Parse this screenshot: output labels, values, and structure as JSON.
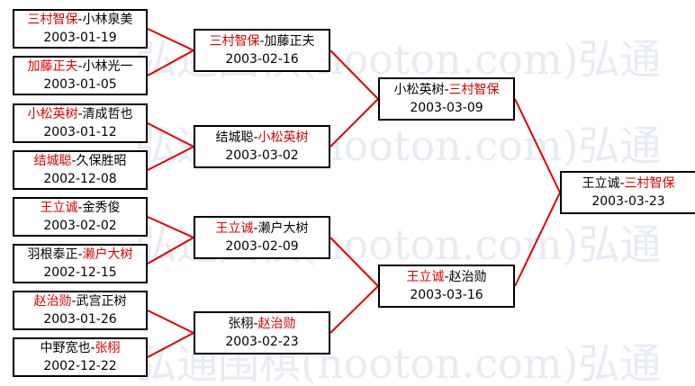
{
  "watermark": [
    "弘通围棋(hooton.com)弘通",
    "弘通围棋(hooton.com)弘通",
    "弘通围棋(hooton.com)弘通",
    "弘通围棋(hooton.com)弘通"
  ],
  "round1": [
    {
      "a": "三村智保",
      "b": "小林泉美",
      "winner": "a",
      "date": "2003-01-19"
    },
    {
      "a": "加藤正夫",
      "b": "小林光一",
      "winner": "a",
      "date": "2003-01-05"
    },
    {
      "a": "小松英树",
      "b": "清成哲也",
      "winner": "a",
      "date": "2003-01-12"
    },
    {
      "a": "结城聪",
      "b": "久保胜昭",
      "winner": "a",
      "date": "2002-12-08"
    },
    {
      "a": "王立诚",
      "b": "金秀俊",
      "winner": "a",
      "date": "2003-02-02"
    },
    {
      "a": "羽根泰正",
      "b": "濑户大树",
      "winner": "b",
      "date": "2002-12-15"
    },
    {
      "a": "赵治勋",
      "b": "武宫正树",
      "winner": "a",
      "date": "2003-01-26"
    },
    {
      "a": "中野宽也",
      "b": "张栩",
      "winner": "b",
      "date": "2002-12-22"
    }
  ],
  "round2": [
    {
      "a": "三村智保",
      "b": "加藤正夫",
      "winner": "a",
      "date": "2003-02-16"
    },
    {
      "a": "结城聪",
      "b": "小松英树",
      "winner": "b",
      "date": "2003-03-02"
    },
    {
      "a": "王立诚",
      "b": "濑户大树",
      "winner": "a",
      "date": "2003-02-09"
    },
    {
      "a": "张栩",
      "b": "赵治勋",
      "winner": "b",
      "date": "2003-02-23"
    }
  ],
  "round3": [
    {
      "a": "小松英树",
      "b": "三村智保",
      "winner": "b",
      "date": "2003-03-09"
    },
    {
      "a": "王立诚",
      "b": "赵治勋",
      "winner": "a",
      "date": "2003-03-16"
    }
  ],
  "final": [
    {
      "a": "王立诚",
      "b": "三村智保",
      "winner": "b",
      "date": "2003-03-23"
    }
  ],
  "colors": {
    "winner": "#e00000",
    "line": "#e00000",
    "text": "#000000"
  }
}
